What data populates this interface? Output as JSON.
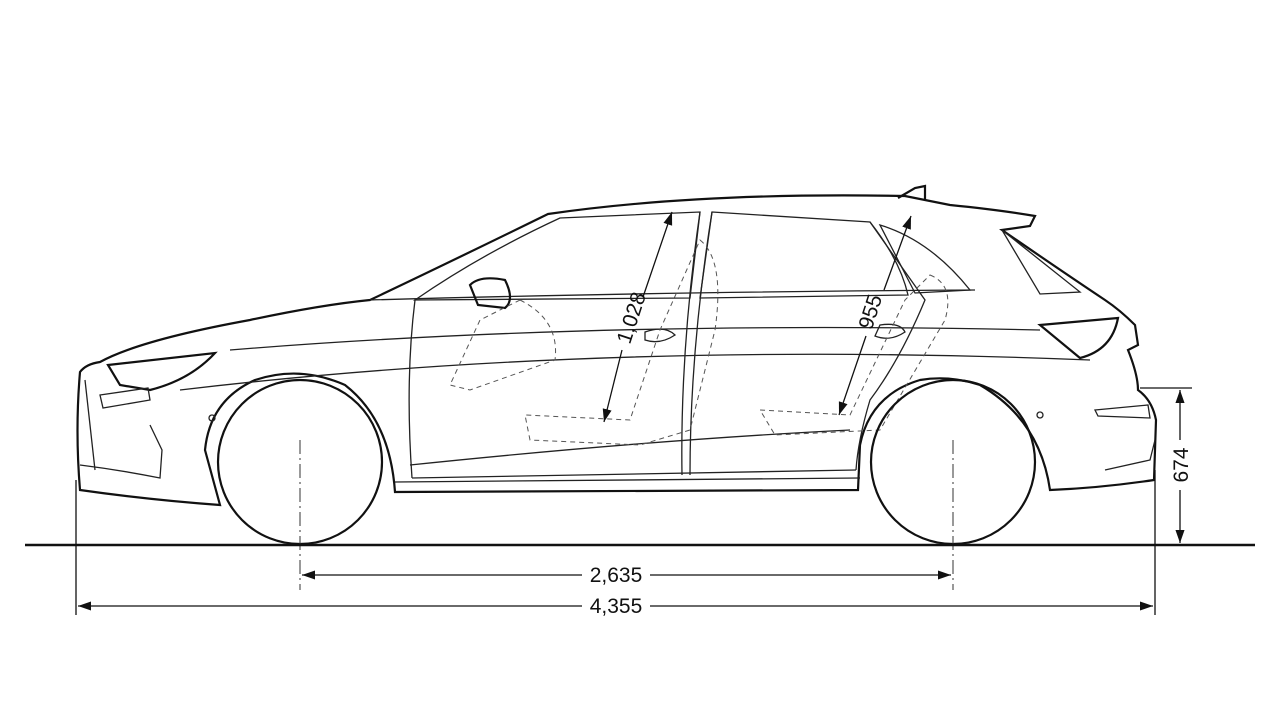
{
  "diagram": {
    "title": "Vehicle side view dimensions",
    "dimensions": {
      "wheelbase": "2,635",
      "overall_length": "4,355",
      "front_headroom": "1,028",
      "rear_headroom": "955",
      "rear_overhang_height": "674"
    }
  }
}
